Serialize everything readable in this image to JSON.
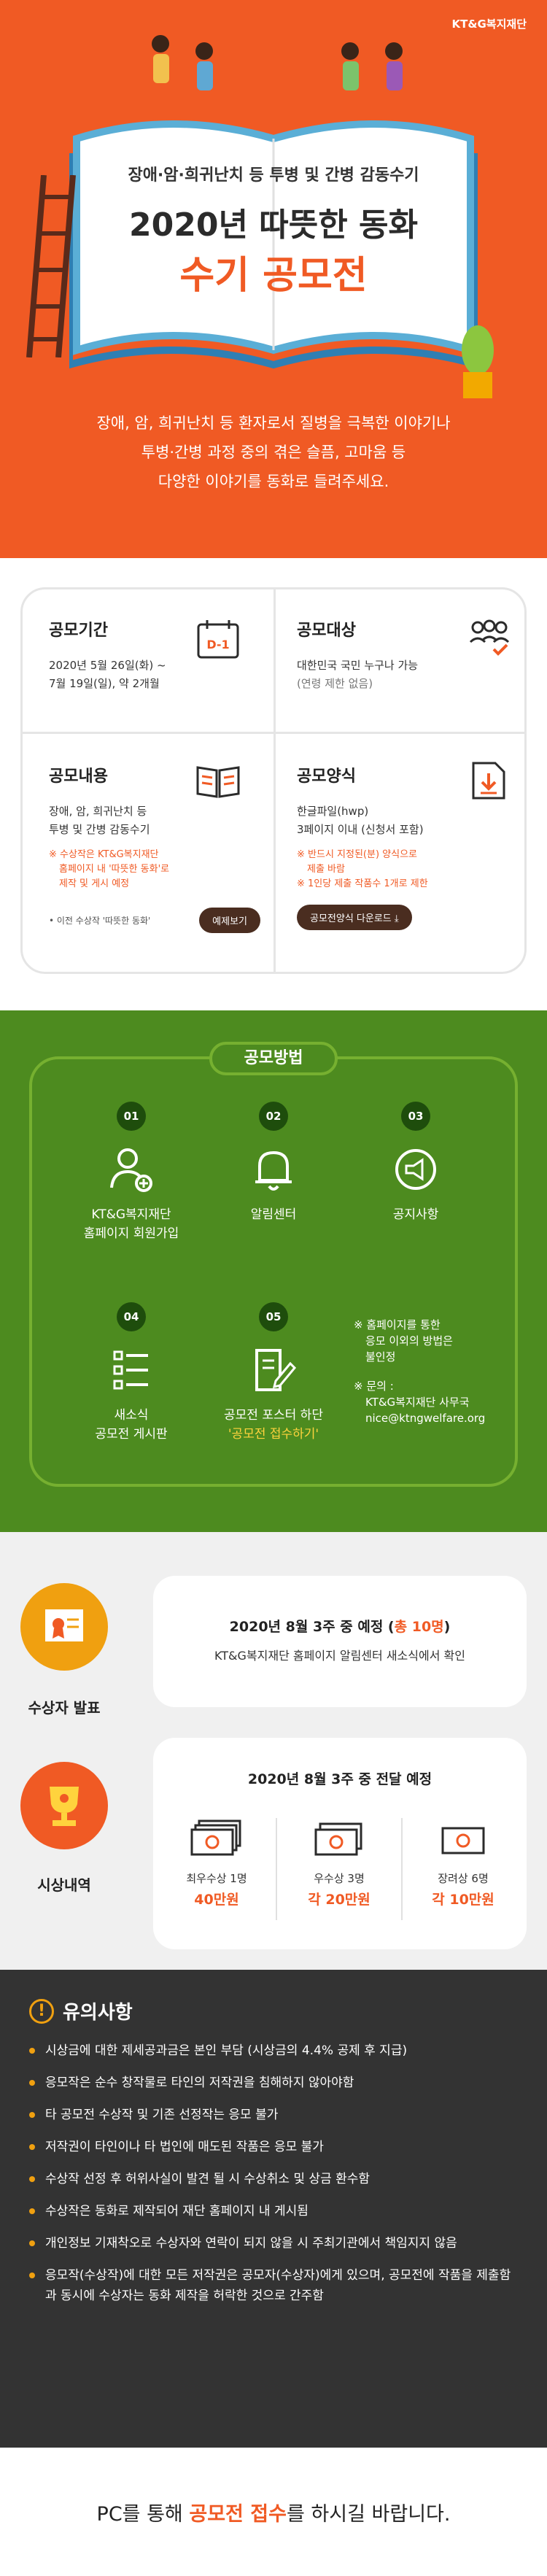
{
  "hero": {
    "brand": "KT&G복지재단",
    "subtitle": "장애·암·희귀난치 등 투병 및 간병 감동수기",
    "title_line1": "2020년 따뜻한 동화",
    "title_line2": "수기 공모전",
    "intro_lines": [
      "장애, 암, 희귀난치 등 환자로서 질병을 극복한 이야기나",
      "투병·간병 과정 중의 겪은 슬픔, 고마움 등",
      "다양한 이야기를 동화로 들려주세요."
    ]
  },
  "info": {
    "period": {
      "title": "공모기간",
      "lines": [
        "2020년 5월 26일(화) ~",
        "7월 19일(일), 약 2개월"
      ],
      "icon_text": "D-1"
    },
    "target": {
      "title": "공모대상",
      "lines": [
        "대한민국 국민 누구나 가능"
      ],
      "sub": "(연령 제한 없음)"
    },
    "content": {
      "title": "공모내용",
      "lines": [
        "장애, 암, 희귀난치 등",
        "투병 및 간병 감동수기"
      ],
      "note_lines": [
        "※ 수상작은 KT&G복지재단",
        "홈페이지 내 '따뜻한 동화'로",
        "제작 및 게시 예정"
      ],
      "prev_text": "• 이전 수상작 '따뜻한 동화'",
      "example_button": "예제보기"
    },
    "format": {
      "title": "공모양식",
      "lines": [
        "한글파일(hwp)",
        "3페이지 이내 (신청서 포함)"
      ],
      "note_lines": [
        "※ 반드시 지정된(분) 양식으로",
        "제출 바람",
        "※ 1인당 제출 작품수 1개로 제한"
      ],
      "download_button": "공모전양식 다운로드 ⤓"
    }
  },
  "method": {
    "title": "공모방법",
    "steps": [
      {
        "num": "01",
        "label_lines": [
          "KT&G복지재단",
          "홈페이지 회원가입"
        ]
      },
      {
        "num": "02",
        "label_lines": [
          "알림센터"
        ]
      },
      {
        "num": "03",
        "label_lines": [
          "공지사항"
        ]
      },
      {
        "num": "04",
        "label_lines": [
          "새소식",
          "공모전 게시판"
        ]
      },
      {
        "num": "05",
        "label_lines": [
          "공모전 포스터 하단",
          "'공모전 접수하기'"
        ]
      }
    ],
    "notes": [
      "※ 홈페이지를 통한",
      "응모 이외의 방법은",
      "불인정",
      "",
      "※ 문의 :",
      "KT&G복지재단 사무국",
      "nice@ktngwelfare.org"
    ]
  },
  "awards": {
    "announce": {
      "label": "수상자 발표",
      "title_prefix": "2020년 8월 3주 중 예정 (",
      "title_accent": "총 10명",
      "title_suffix": ")",
      "sub": "KT&G복지재단 홈페이지 알림센터 새소식에서 확인"
    },
    "prizes": {
      "label": "시상내역",
      "title": "2020년 8월 3주 중 전달 예정",
      "items": [
        {
          "name": "최우수상 1명",
          "amount": "40만원"
        },
        {
          "name": "우수상 3명",
          "amount": "각 20만원"
        },
        {
          "name": "장려상 6명",
          "amount": "각 10만원"
        }
      ]
    }
  },
  "caution": {
    "title": "유의사항",
    "items": [
      "시상금에 대한 제세공과금은 본인 부담 (시상금의 4.4% 공제 후 지급)",
      "응모작은 순수 창작물로 타인의 저작권을 침해하지 않아야함",
      "타 공모전 수상작 및 기존 선정작는 응모 불가",
      "저작권이 타인이나 타 법인에 매도된 작품은 응모 불가",
      "수상작 선정 후 허위사실이 발견 될 시 수상취소 및 상금 환수함",
      "수상작은 동화로 제작되어 재단 홈페이지 내 게시됨",
      "개인정보 기재착오로 수상자와 연락이 되지 않을 시 주최기관에서 책임지지 않음",
      "응모작(수상작)에 대한 모든 저작권은 공모자(수상자)에게 있으며, 공모전에 작품을 제출함과 동시에 수상자는 동화 제작을 허락한 것으로 간주함"
    ]
  },
  "footer": {
    "prefix": "PC를 통해 ",
    "accent": "공모전 접수",
    "suffix": "를 하시길 바랍니다."
  },
  "colors": {
    "orange": "#f05a24",
    "green": "#4d8b1f",
    "dark": "#333333",
    "gold": "#f0a010"
  }
}
